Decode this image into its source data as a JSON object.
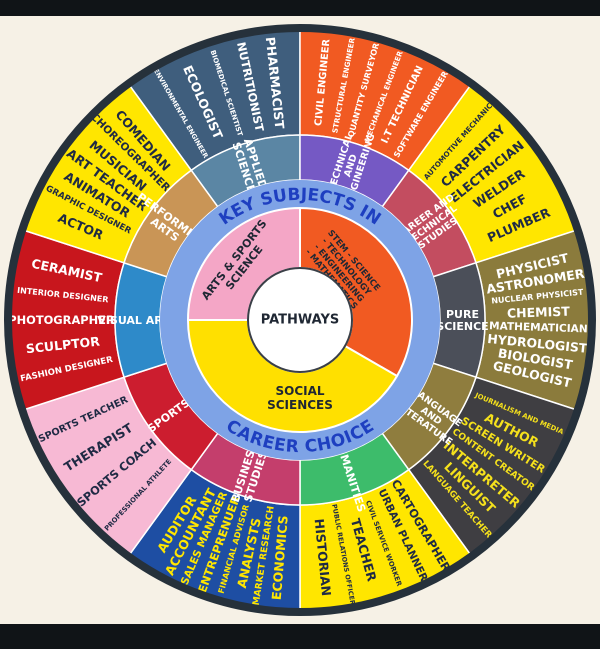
{
  "center": {
    "label": "PATHWAYS"
  },
  "ring_title_top": "KEY SUBJECTS IN",
  "ring_title_bottom": "CAREER CHOICE",
  "colors": {
    "frame": "#101417",
    "canvas": "#f6f1e6",
    "outer_border": "#26313b",
    "mid_ring": "#7ea3e6",
    "title_text": "#1e3fc0"
  },
  "core_segments": [
    {
      "id": "arts-sports",
      "label": "ARTS & SPORTS SCIENCE",
      "color": "#f4a6c6",
      "text_color": "#1f2733"
    },
    {
      "id": "stem",
      "label": "STEM - SCIENCE - TECHNOLOGY - ENGINEERING - MATHEMATICS",
      "color": "#f15a22",
      "text_color": "#1f2733"
    },
    {
      "id": "social",
      "label": "SOCIAL SCIENCES",
      "color": "#ffe000",
      "text_color": "#1f2733"
    }
  ],
  "subjects": [
    {
      "label": "APPLIED SCIENCE",
      "color": "#5b86a4"
    },
    {
      "label": "TECHNICAL AND ENGINEERING",
      "color": "#7559c4"
    },
    {
      "label": "CAREER AND TECHNICAL STUDIES",
      "color": "#c34d60"
    },
    {
      "label": "PURE SCIENCE",
      "color": "#4b4f59"
    },
    {
      "label": "LANGUAGE AND LITERATURE",
      "color": "#8f7d3e"
    },
    {
      "label": "HUMANITIES",
      "color": "#3dbc6b"
    },
    {
      "label": "BUSINESS STUDIES",
      "color": "#c43e6c"
    },
    {
      "label": "SPORTS",
      "color": "#cc1d2f"
    },
    {
      "label": "VISUAL ARTS",
      "color": "#2e8ac9"
    },
    {
      "label": "PERFORMING ARTS",
      "color": "#c99556"
    }
  ],
  "careers": [
    {
      "color": "#3f5e7d",
      "text_color": "#ffffff",
      "items": [
        "ENVIRONMENTAL ENGINEER",
        "ECOLOGIST",
        "BIOMEDICAL SCIENTIST",
        "NUTRITIONIST",
        "PHARMACIST"
      ]
    },
    {
      "color": "#f15a22",
      "text_color": "#ffffff",
      "items": [
        "CIVIL ENGINEER",
        "STRUCTURAL ENGINEER",
        "QUANTITY SURVEYOR",
        "MECHANICAL ENGINEER",
        "I.T TECHNICIAN",
        "SOFTWARE ENGINEER"
      ]
    },
    {
      "color": "#ffe600",
      "text_color": "#1f2a44",
      "items": [
        "AUTOMOTIVE MECHANIC",
        "CARPENTRY",
        "ELECTRICIAN",
        "WELDER",
        "CHEF",
        "PLUMBER"
      ]
    },
    {
      "color": "#8b7b3c",
      "text_color": "#ffffff",
      "items": [
        "PHYSICIST",
        "ASTRONOMER",
        "NUCLEAR PHYSICIST",
        "CHEMIST",
        "MATHEMATICIAN",
        "HYDROLOGIST",
        "BIOLOGIST",
        "GEOLOGIST"
      ]
    },
    {
      "color": "#3f3e42",
      "text_color": "#f5e11c",
      "items": [
        "JOURNALISM AND MEDIA",
        "AUTHOR",
        "SCREEN WRITER",
        "CONTENT CREATOR",
        "INTERPRETER",
        "LINGUIST",
        "LANGUAGE TEACHER"
      ]
    },
    {
      "color": "#ffe600",
      "text_color": "#1f2a44",
      "items": [
        "CARTOGRAPHER",
        "URBAN PLANNER",
        "CIVIL SERVICE WORKER",
        "TEACHER",
        "PUBLIC RELATIONS OFFICER",
        "HISTORIAN"
      ]
    },
    {
      "color": "#1e4ea3",
      "text_color": "#ffe600",
      "items": [
        "ECONOMICS",
        "MARKET RESEARCH",
        "ANALYSTS",
        "FINANCIAL ADVISOR",
        "ENTREPRENUER",
        "SALES MANAGER",
        "ACCOUNTANT",
        "AUDITOR"
      ]
    },
    {
      "color": "#f7b9d4",
      "text_color": "#1f2a44",
      "items": [
        "PROFESSIONAL ATHLETE",
        "SPORTS COACH",
        "THERAPIST",
        "SPORTS TEACHER"
      ]
    },
    {
      "color": "#c8161d",
      "text_color": "#ffffff",
      "items": [
        "FASHION DESIGNER",
        "SCULPTOR",
        "PHOTOGRAPHER",
        "INTERIOR DESIGNER",
        "CERAMIST"
      ]
    },
    {
      "color": "#ffe600",
      "text_color": "#1f2a44",
      "items": [
        "ACTOR",
        "GRAPHIC DESIGNER",
        "ANIMATOR",
        "ART TEACHER",
        "MUSICIAN",
        "CHOREOGRAPHER",
        "COMEDIAN"
      ]
    }
  ]
}
